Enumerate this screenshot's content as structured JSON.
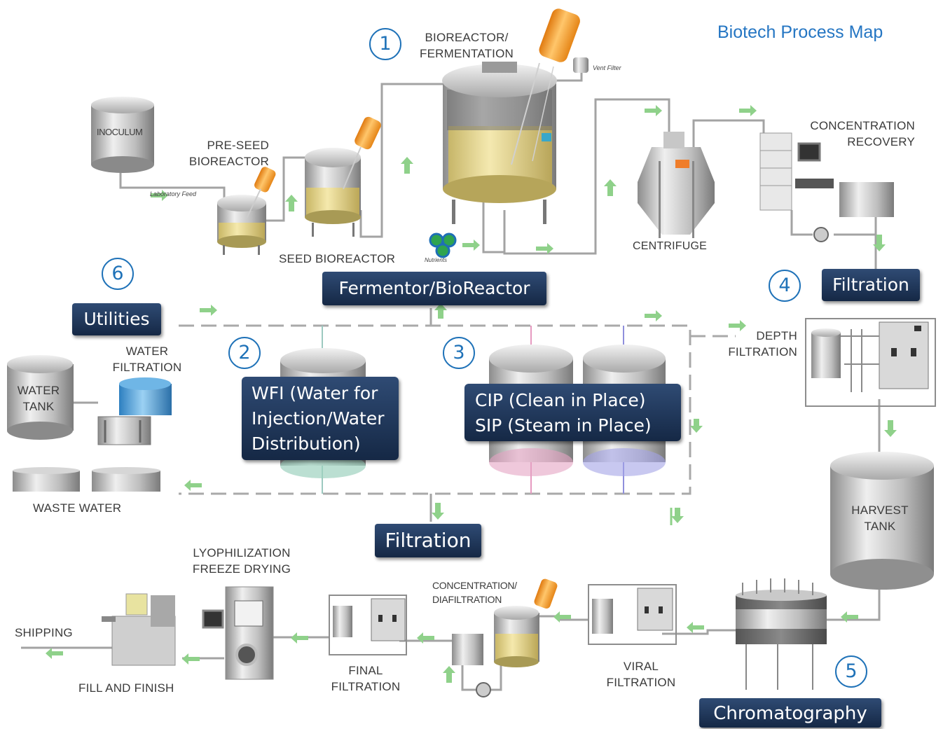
{
  "title": "Biotech Process Map",
  "colors": {
    "accent_blue": "#2576c3",
    "tag_navy": "#1c3254",
    "flow_arrow": "#8fd18a",
    "pipe_gray": "#9a9a9a",
    "broth_yellow": "#e8d68a",
    "filter_orange": "#f39a2b"
  },
  "stage_numbers": [
    "1",
    "2",
    "3",
    "4",
    "5",
    "6"
  ],
  "stage_tags": {
    "fermentor": "Fermentor/BioReactor",
    "filtration_right": "Filtration",
    "filtration_center": "Filtration",
    "utilities": "Utilities",
    "chromatography": "Chromatography",
    "wfi": [
      "WFI (Water for",
      "Injection/Water",
      "Distribution)"
    ],
    "cip_sip": [
      "CIP (Clean in Place)",
      "SIP (Steam in Place)"
    ]
  },
  "equipment_labels": {
    "inoculum": "INOCULUM",
    "laboratory_feed": "Laboratory Feed",
    "pre_seed": [
      "PRE-SEED",
      "BIOREACTOR"
    ],
    "seed_bioreactor": "SEED BIOREACTOR",
    "bioreactor": [
      "BIOREACTOR/",
      "FERMENTATION"
    ],
    "vent_filter": "Vent Filter",
    "nutrients": "Nutrients",
    "centrifuge": "CENTRIFUGE",
    "concentration_recovery": [
      "CONCENTRATION",
      "RECOVERY"
    ],
    "depth_filtration": [
      "DEPTH",
      "FILTRATION"
    ],
    "harvest_tank": [
      "HARVEST",
      "TANK"
    ],
    "water_filtration": [
      "WATER",
      "FILTRATION"
    ],
    "water_tank": [
      "WATER",
      "TANK"
    ],
    "waste_water": "WASTE WATER",
    "lyophilization": [
      "LYOPHILIZATION",
      "FREEZE DRYING"
    ],
    "conc_diafiltration": [
      "CONCENTRATION/",
      "DIAFILTRATION"
    ],
    "shipping": "SHIPPING",
    "fill_finish": "FILL AND FINISH",
    "final_filtration": [
      "FINAL",
      "FILTRATION"
    ],
    "viral_filtration": [
      "VIRAL",
      "FILTRATION"
    ]
  }
}
